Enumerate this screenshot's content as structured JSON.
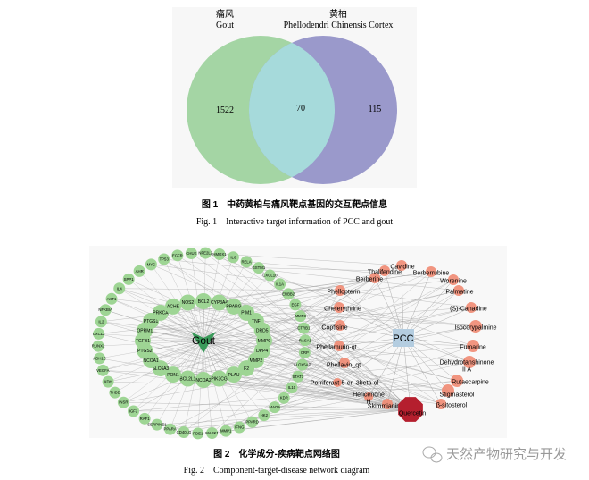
{
  "venn": {
    "left_label_cn": "痛风",
    "left_label_en": "Gout",
    "right_label_cn": "黄柏",
    "right_label_en": "Phellodendri Chinensis Cortex",
    "left_only": "1522",
    "overlap": "70",
    "right_only": "115",
    "colors": {
      "left": "#a4d5a4",
      "right": "#9a99cb",
      "overlap": "#a6dadb"
    }
  },
  "fig1": {
    "caption_cn": "图 1　中药黄柏与痛风靶点基因的交互靶点信息",
    "caption_en": "Fig. 1　Interactive target information of PCC and gout"
  },
  "network": {
    "gout_label": "Gout",
    "pcc_label": "PCC",
    "inner_targets": [
      "BCL2",
      "CYP3A4",
      "PPARG",
      "PIM1",
      "TNF",
      "DRD5",
      "MMP9",
      "DPP4",
      "MMP2",
      "F2",
      "PLAU",
      "PIK3CG",
      "NCOA2",
      "BCL2L1",
      "PON1",
      "SLC6A3",
      "NCOA1",
      "PTGS2",
      "TGFB1",
      "OPRM1",
      "PTGS1",
      "PRKCA",
      "ACHE",
      "NOS2"
    ],
    "outer_targets": [
      "CHUK",
      "NFE2L2",
      "HMOX1",
      "IL6",
      "RELA",
      "GSTM1",
      "CXCL10",
      "IL1A",
      "ERBB2",
      "EGF",
      "MMP3",
      "CTRB1",
      "RASA1",
      "CRP",
      "ALOX5AP",
      "STAT1",
      "IL10",
      "KDR",
      "MAOA",
      "HK2",
      "PPARD",
      "IFNG",
      "MMP1",
      "MAPK1",
      "PDE1",
      "CD40LG",
      "PPARA",
      "SERPINE1",
      "RAF1",
      "IGF2",
      "INSR",
      "THBD",
      "XDH",
      "VEGFA",
      "ADH1C",
      "RUNX2",
      "CXCL2",
      "IL2",
      "NFKBIA",
      "AKT1",
      "IL4",
      "SPP1",
      "AHR",
      "MYC",
      "TP53",
      "EGFR"
    ],
    "compounds": [
      "Berberine",
      "Thalifendine",
      "Cavidine",
      "Berberrubine",
      "Worenine",
      "Palmatine",
      "Phellopterin",
      "Chelerythrine",
      "(S)-Canadine",
      "Coptisine",
      "Isocorypalmine",
      "Phellamurin-qt",
      "Fumarine",
      "Phellavin_qt",
      "Dehydrotanshinone\nII A",
      "Porriferast-5-en-3beta-ol",
      "Rutaecarpine",
      "Hericenone\nH",
      "Stigmasterol",
      "Skimmianin",
      "β-sitosterol",
      "Quercetin"
    ],
    "colors": {
      "target": "#9ed594",
      "gout": "#3a9a5a",
      "pcc": "#b4cde0",
      "compound": "#ef8a72",
      "quercetin": "#b51f2e"
    }
  },
  "fig2": {
    "caption_cn": "图 2　化学成分-疾病靶点网络图",
    "caption_en": "Fig. 2　Component-target-disease network diagram"
  },
  "watermark": {
    "text": "天然产物研究与开发"
  }
}
